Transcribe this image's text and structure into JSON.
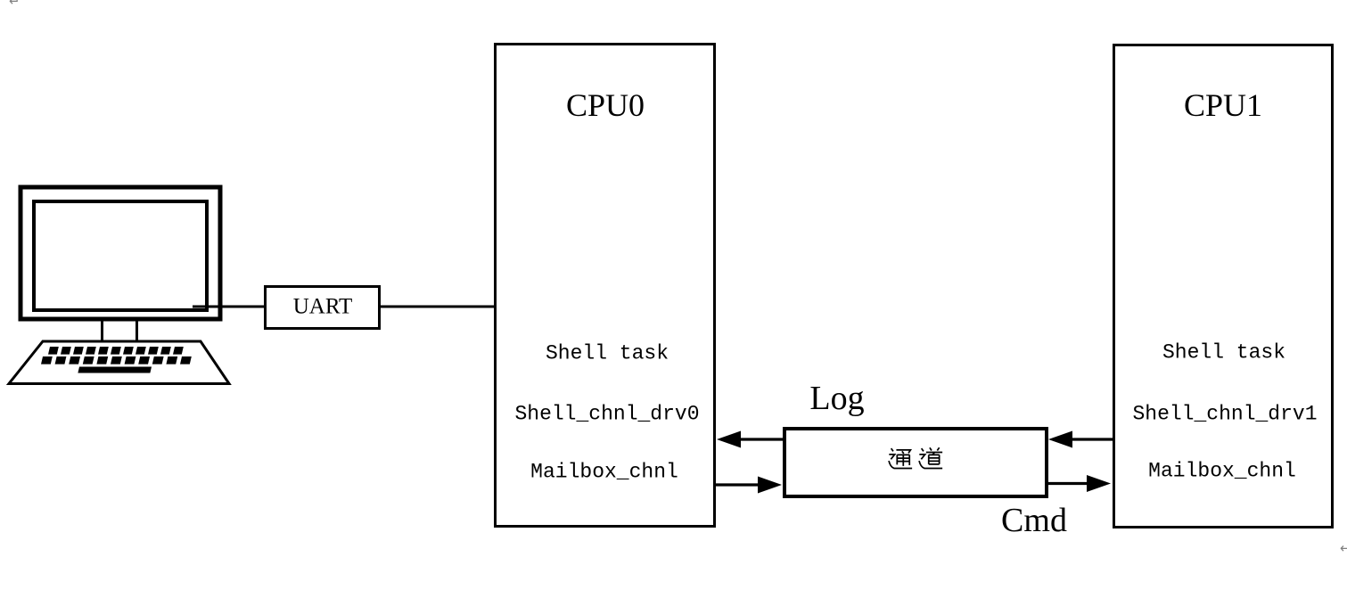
{
  "editing_marks": {
    "glyph": "↵",
    "color": "#808080"
  },
  "host": {
    "icon": "computer-with-keyboard"
  },
  "uart": {
    "label": "UART"
  },
  "cpu0": {
    "title": "CPU0",
    "tasks": [
      "Shell task",
      "Shell_chnl_drv0",
      "Mailbox_chnl"
    ]
  },
  "cpu1": {
    "title": "CPU1",
    "tasks": [
      "Shell task",
      "Shell_chnl_drv1",
      "Mailbox_chnl"
    ]
  },
  "channel": {
    "label": "通道"
  },
  "flows": {
    "log": "Log",
    "cmd": "Cmd"
  }
}
